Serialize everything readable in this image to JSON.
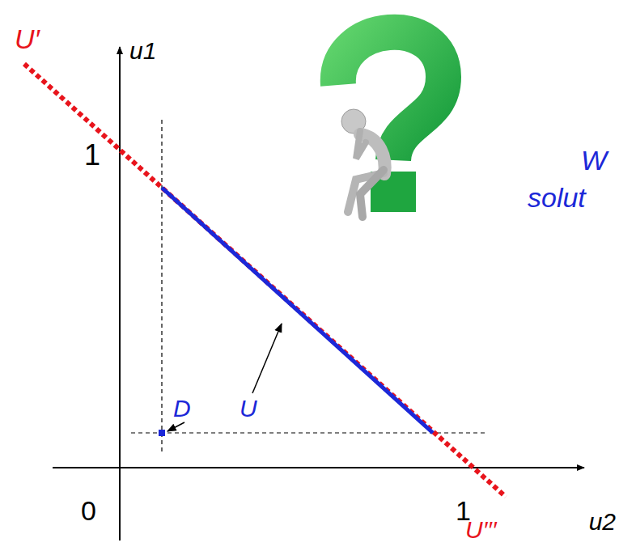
{
  "diagram": {
    "labels": [
      "U′",
      "u1",
      "1",
      "W",
      "solut",
      "D",
      "U",
      "0",
      "1",
      "u2",
      "U′′′"
    ]
  }
}
